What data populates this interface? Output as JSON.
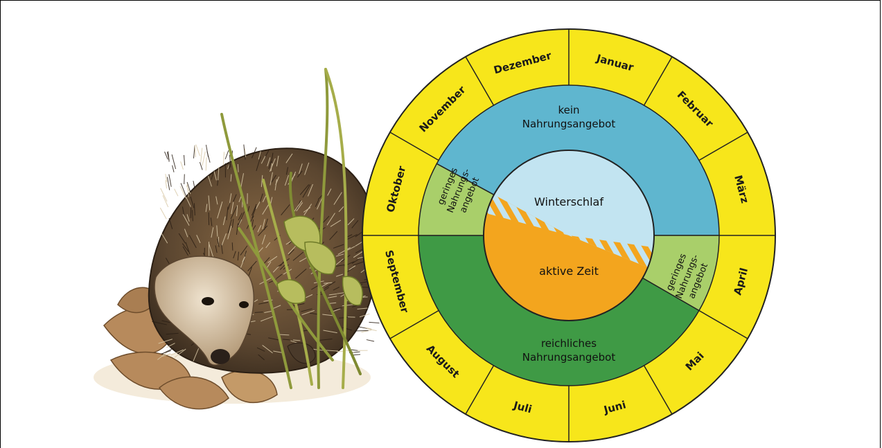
{
  "months": [
    "Januar",
    "Februar",
    "März",
    "April",
    "Mai",
    "Juni",
    "Juli",
    "August",
    "September",
    "Oktober",
    "November",
    "Dezember"
  ],
  "food": {
    "none": [
      "kein",
      "Nahrungsangebot"
    ],
    "rich": [
      "reichliches",
      "Nahrungsangebot"
    ],
    "low_left": [
      "geringes",
      "Nahrungs-",
      "angebot"
    ],
    "low_right": [
      "geringes",
      "Nahrungs-",
      "angebot"
    ]
  },
  "core": {
    "hibernation": "Winterschlaf",
    "active": "aktive Zeit"
  },
  "colors": {
    "month_ring": "#f7e61b",
    "no_food": "#5fb6cf",
    "rich_food": "#3f9a45",
    "low_food": "#a9cf6a",
    "hibernation": "#c2e4f1",
    "active": "#f3a51e"
  },
  "illustration": "hedgehog-illustration"
}
